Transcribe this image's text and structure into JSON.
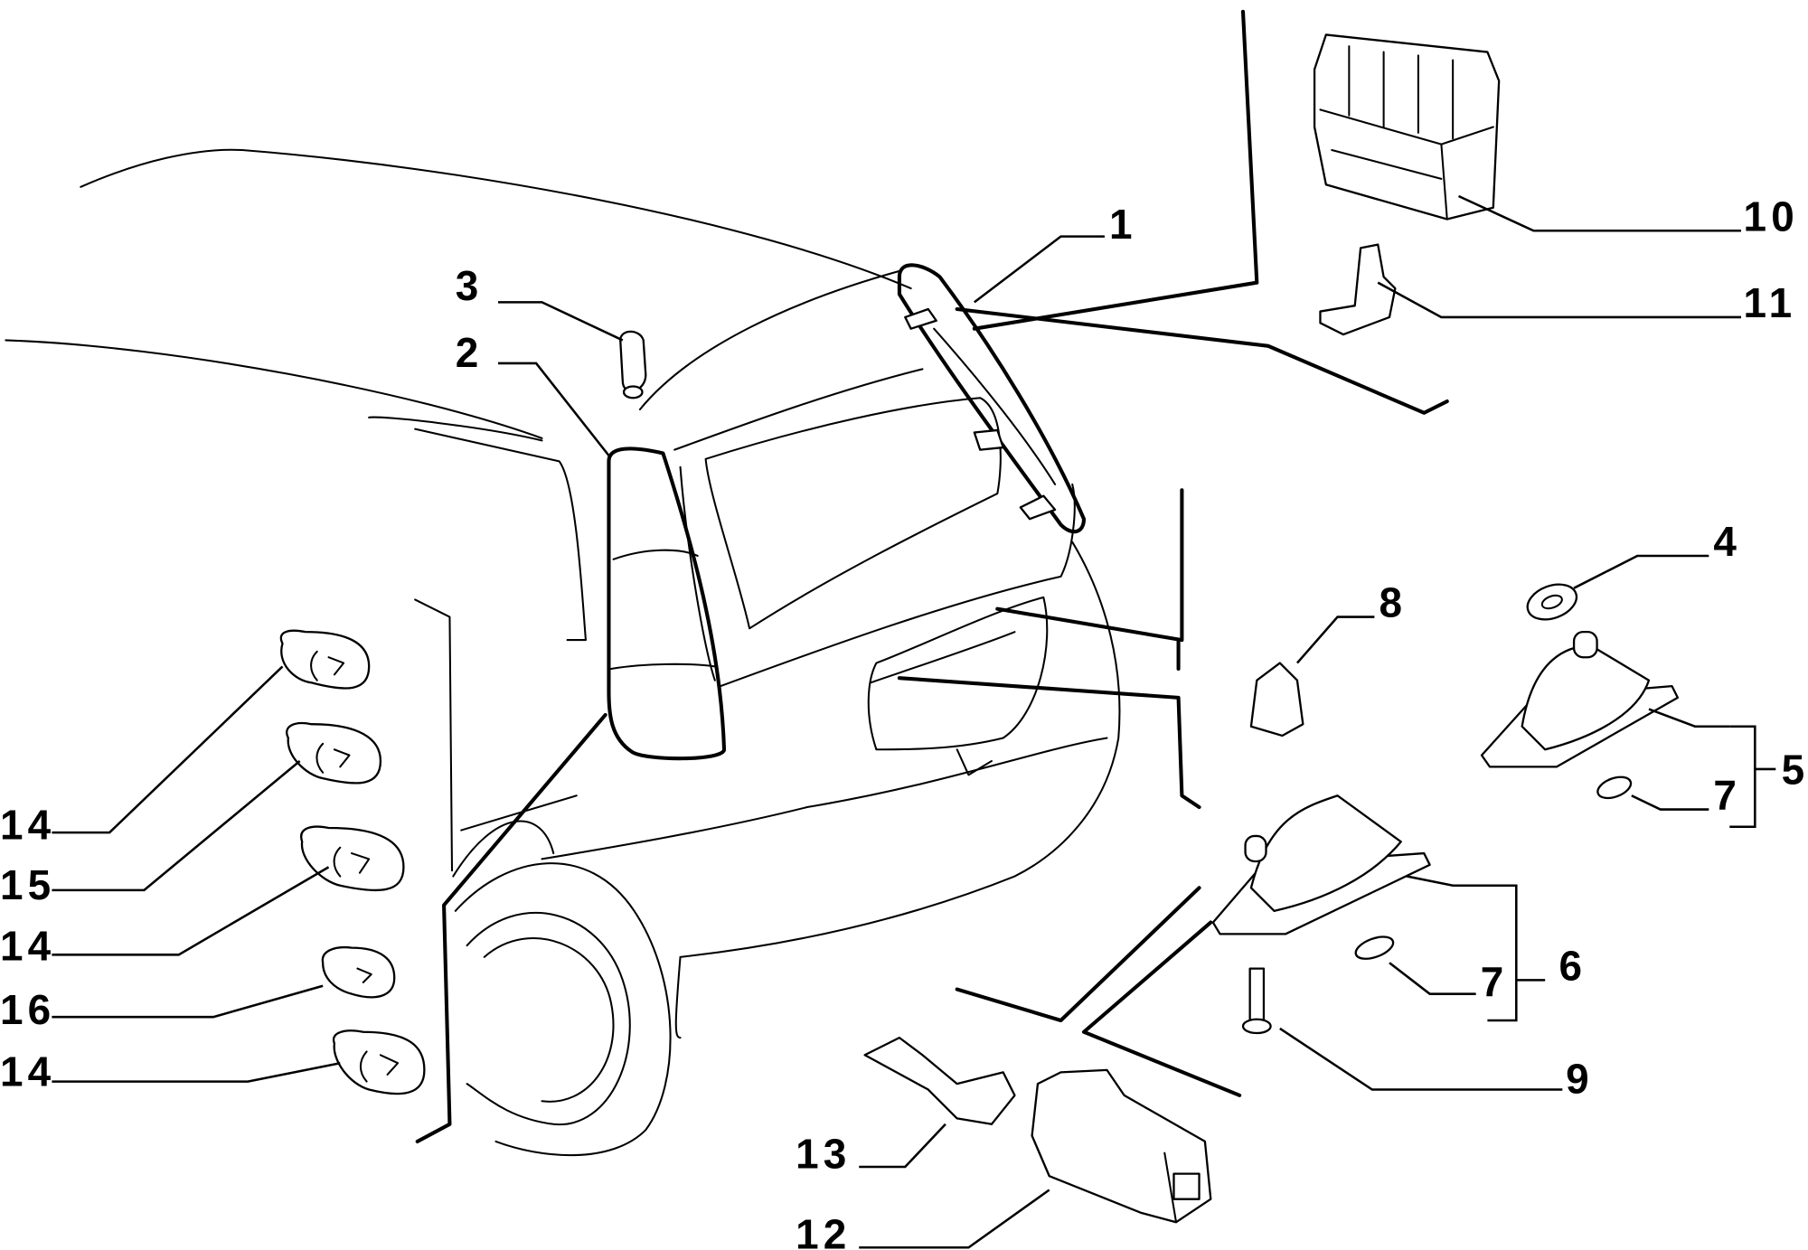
{
  "diagram": {
    "type": "exploded parts diagram",
    "callouts": {
      "c1": "1",
      "c2": "2",
      "c3": "3",
      "c4": "4",
      "c5": "5",
      "c6": "6",
      "c7a": "7",
      "c7b": "7",
      "c8": "8",
      "c9": "9",
      "c10": "10",
      "c11": "11",
      "c12": "12",
      "c13": "13",
      "c14a": "14",
      "c15": "15",
      "c14b": "14",
      "c16": "16",
      "c14c": "14"
    }
  }
}
